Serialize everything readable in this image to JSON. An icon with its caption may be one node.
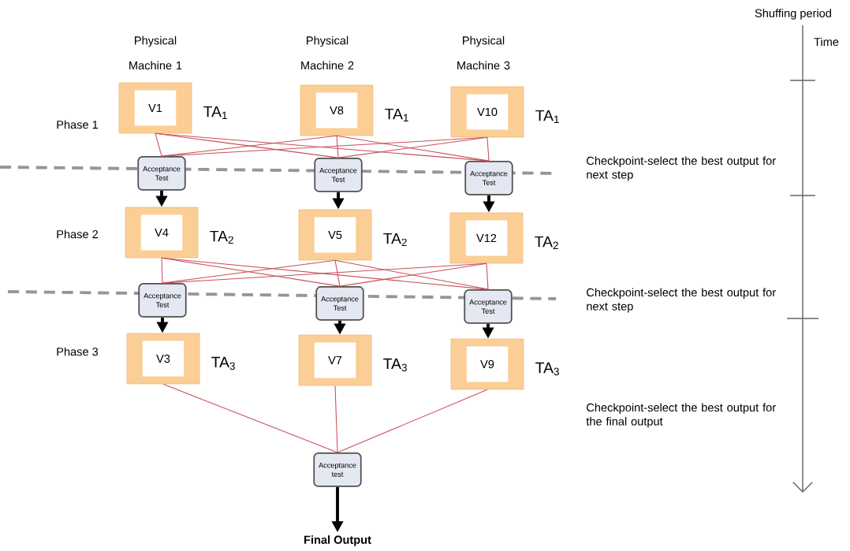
{
  "diagram": {
    "nodes": [
      {
        "text": [
          "V1"
        ],
        "beside": [
          "TA$_{1}$"
        ]
      },
      {
        "text": [
          "V8"
        ],
        "beside": [
          "TA$_{1}$"
        ]
      },
      {
        "text": [
          "V10"
        ],
        "beside": [
          "TA$_{1}$"
        ]
      },
      {
        "text": [
          "Acceptance Test"
        ]
      },
      {
        "text": [
          "Acceptance Test"
        ]
      },
      {
        "text": [
          "Acceptance Test"
        ]
      },
      {
        "text": [
          "V4"
        ],
        "beside": [
          "TA$_{2}$"
        ]
      },
      {
        "text": [
          "V5"
        ],
        "beside": [
          "TA$_{2}$"
        ]
      },
      {
        "text": [
          "V12"
        ],
        "beside": [
          "TA$_{2}$"
        ]
      },
      {
        "text": [
          "Acceptance Test"
        ]
      },
      {
        "text": [
          "Acceptance Test"
        ]
      },
      {
        "text": [
          "Acceptance Test"
        ]
      },
      {
        "text": [
          "V3"
        ],
        "beside": [
          "TA$_{3}$"
        ]
      },
      {
        "text": [
          "V7"
        ],
        "beside": [
          "TA$_{3}$"
        ]
      },
      {
        "text": [
          "V9"
        ],
        "beside": [
          "TA$_{3}$"
        ]
      },
      {
        "text": [
          "Acceptance test"
        ]
      },
      {
        "text": [
          "Final Output"
        ]
      }
    ],
    "edges": [
      {
        "from": 0,
        "to": 3,
        "arrow": "none"
      },
      {
        "from": 0,
        "to": 4,
        "arrow": "none"
      },
      {
        "from": 0,
        "to": 5,
        "arrow": "none"
      },
      {
        "from": 1,
        "to": 3,
        "arrow": "none"
      },
      {
        "from": 1,
        "to": 4,
        "arrow": "none"
      },
      {
        "from": 1,
        "to": 5,
        "arrow": "none"
      },
      {
        "from": 2,
        "to": 3,
        "arrow": "none"
      },
      {
        "from": 2,
        "to": 4,
        "arrow": "none"
      },
      {
        "from": 2,
        "to": 5,
        "arrow": "none"
      },
      {
        "from": 3,
        "to": 6,
        "arrow": "to",
        "style": "thick",
        "color": "#000000"
      },
      {
        "from": 4,
        "to": 7,
        "arrow": "to",
        "style": "thick",
        "color": "#000000"
      },
      {
        "from": 5,
        "to": 8,
        "arrow": "to",
        "style": "thick",
        "color": "#000000"
      },
      {
        "from": 6,
        "to": 9,
        "arrow": "none"
      },
      {
        "from": 6,
        "to": 10,
        "arrow": "none"
      },
      {
        "from": 6,
        "to": 11,
        "arrow": "none"
      },
      {
        "from": 7,
        "to": 9,
        "arrow": "none"
      },
      {
        "from": 7,
        "to": 10,
        "arrow": "none"
      },
      {
        "from": 7,
        "to": 11,
        "arrow": "none"
      },
      {
        "from": 8,
        "to": 9,
        "arrow": "none"
      },
      {
        "from": 8,
        "to": 10,
        "arrow": "none"
      },
      {
        "from": 8,
        "to": 11,
        "arrow": "none"
      },
      {
        "from": 9,
        "to": 12,
        "arrow": "to",
        "style": "thick",
        "color": "#000000"
      },
      {
        "from": 10,
        "to": 13,
        "arrow": "to",
        "style": "thick",
        "color": "#000000"
      },
      {
        "from": 11,
        "to": 14,
        "arrow": "to",
        "style": "thick",
        "color": "#000000"
      },
      {
        "from": 12,
        "to": 15,
        "arrow": "none"
      },
      {
        "from": 13,
        "to": 15,
        "arrow": "none"
      },
      {
        "from": 14,
        "to": 15,
        "arrow": "none"
      },
      {
        "from": 15,
        "to": 16,
        "arrow": "to",
        "style": "thick",
        "color": "#000000"
      }
    ],
    "labels": [
      "Shuffing period",
      "Physical Machine 1",
      "Physical Machine 2",
      "Physical Machine 3",
      "Time",
      "Phase 1",
      "Checkpoint-select the best output for next step",
      "Phase 2",
      "Checkpoint-select the best output for next step",
      "Phase 3",
      "Checkpoint-select the best output for the final output"
    ]
  }
}
